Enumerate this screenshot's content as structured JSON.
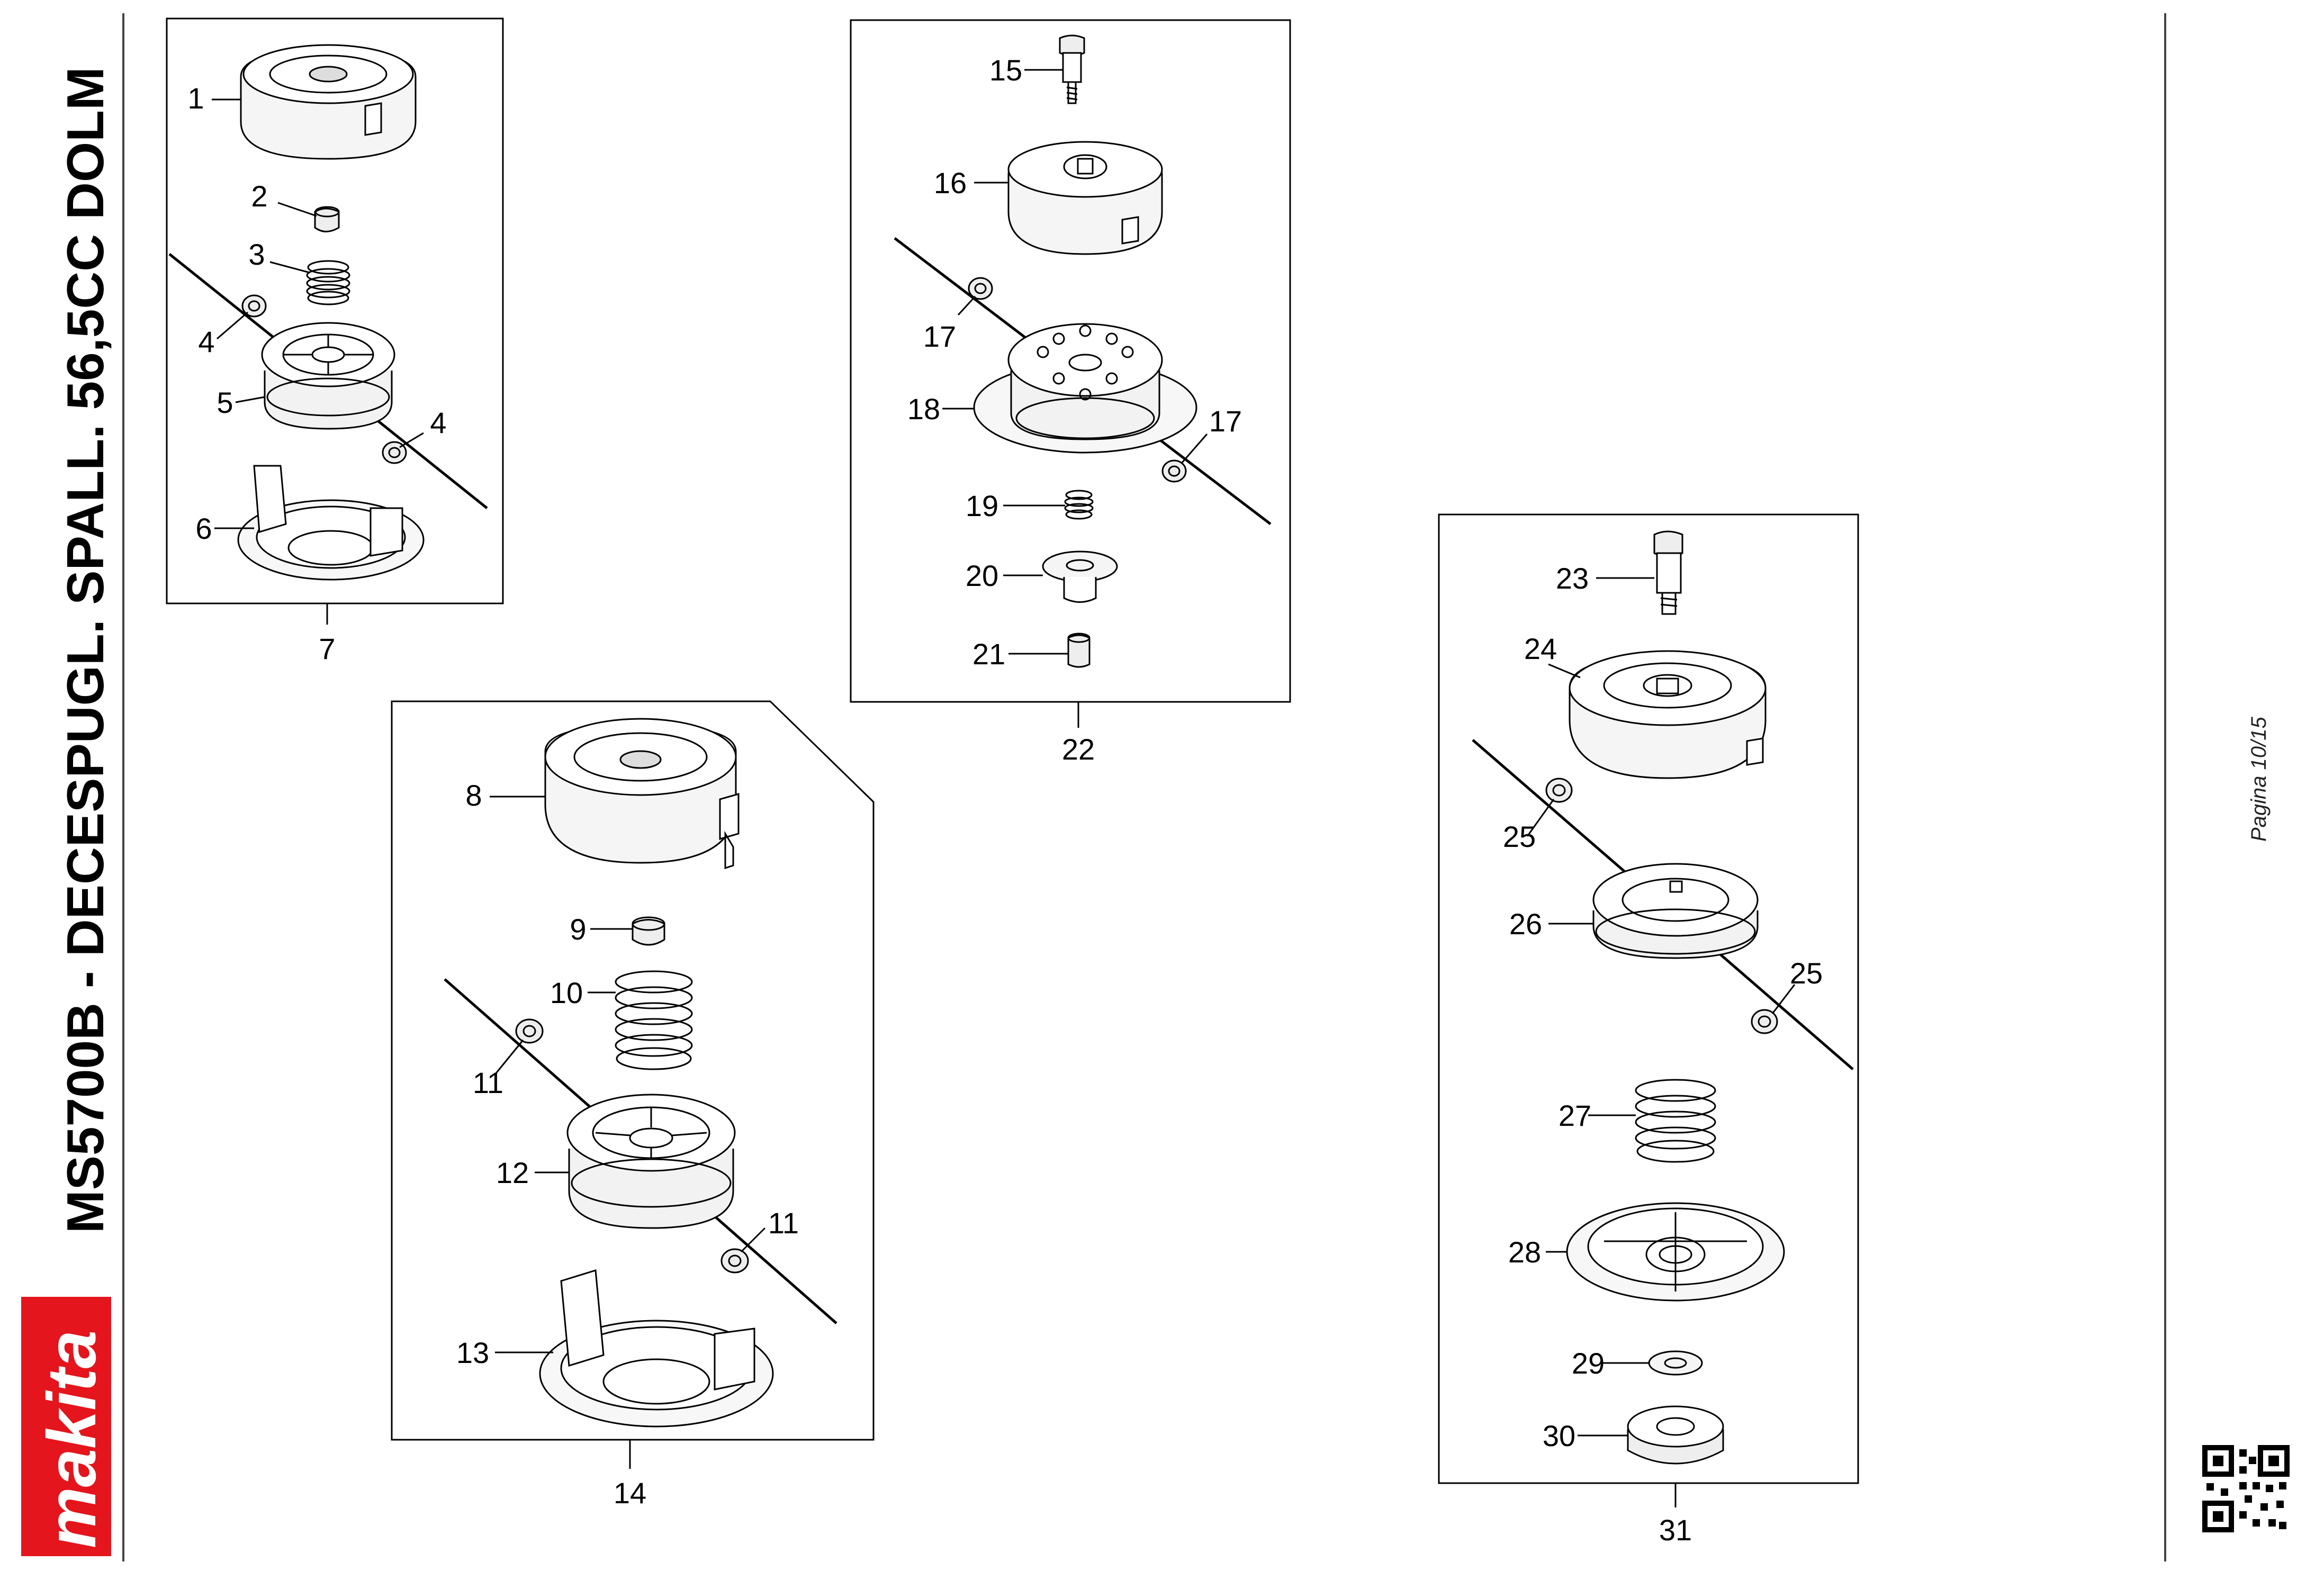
{
  "document": {
    "title": "MS5700B - DECESPUGL. SPALL. 56,5CC DOLM",
    "page_label": "Pagina 10/15",
    "brand": "makita",
    "brand_color": "#e4151c"
  },
  "callouts": [
    "1",
    "2",
    "3",
    "4",
    "4",
    "5",
    "6",
    "7",
    "8",
    "9",
    "10",
    "11",
    "11",
    "12",
    "13",
    "14",
    "15",
    "16",
    "17",
    "17",
    "18",
    "19",
    "20",
    "21",
    "22",
    "23",
    "24",
    "25",
    "25",
    "26",
    "27",
    "28",
    "29",
    "30",
    "31"
  ],
  "icons": [
    "makita-logo",
    "qr-code-icon"
  ]
}
